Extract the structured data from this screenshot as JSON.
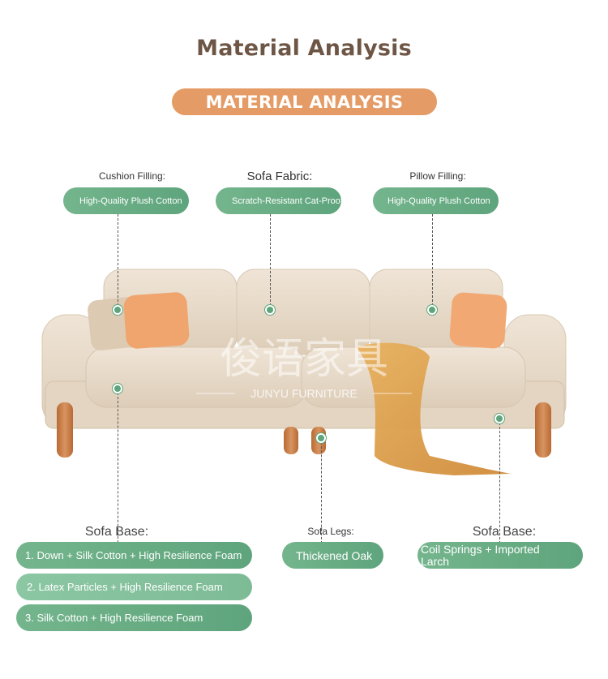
{
  "header": {
    "title": "Material Analysis",
    "banner": "MATERIAL ANALYSIS"
  },
  "top_callouts": {
    "cushion": {
      "label": "Cushion Filling:",
      "value": "High-Quality Plush Cotton"
    },
    "fabric": {
      "label": "Sofa Fabric:",
      "value": "Scratch-Resistant Cat-Proof Fleece"
    },
    "pillow": {
      "label": "Pillow Filling:",
      "value": "High-Quality Plush Cotton"
    }
  },
  "watermark": {
    "chinese": "俊语家具",
    "english": "JUNYU FURNITURE"
  },
  "bottom_callouts": {
    "base_left": {
      "label": "Sofa Base:",
      "options": [
        "1. Down + Silk Cotton + High Resilience Foam",
        "2. Latex Particles + High Resilience Foam",
        "3. Silk Cotton + High Resilience Foam"
      ]
    },
    "legs": {
      "label": "Sofa Legs:",
      "value": "Thickened Oak"
    },
    "base_right": {
      "label": "Sofa Base:",
      "value": "Coil Springs + Imported Larch"
    }
  },
  "colors": {
    "accent_orange": "#e49b65",
    "tag_green": "#5ea47c",
    "title_brown": "#6e5646",
    "sofa_fabric": "#e9dccb",
    "throw_orange": "#e0a050",
    "oak_leg": "#c97d45"
  }
}
